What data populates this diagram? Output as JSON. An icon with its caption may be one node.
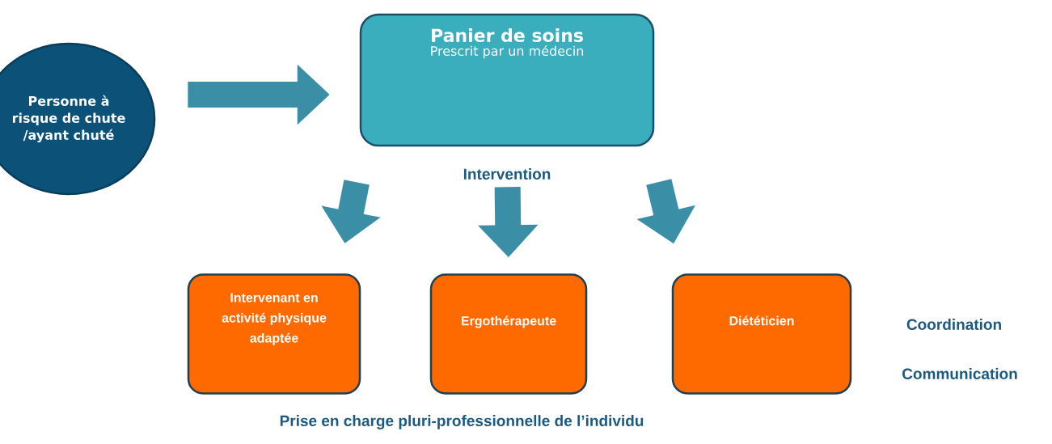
{
  "diagram": {
    "nodes": [
      {
        "text": [
          "Personne à risque de chute /ayant chuté"
        ]
      },
      {
        "text": [
          "Panier de soins",
          "Prescrit par un médecin"
        ]
      },
      {
        "text": [
          "Intervenant en activité physique adaptée"
        ]
      },
      {
        "text": [
          "Ergothérapeute"
        ]
      },
      {
        "text": [
          "Diététicien"
        ]
      }
    ],
    "edges": [
      {
        "from": 0,
        "to": 1,
        "arrow": "to"
      },
      {
        "from": 1,
        "to": 2,
        "arrow": "to"
      },
      {
        "from": 1,
        "to": 3,
        "arrow": "to"
      },
      {
        "from": 1,
        "to": 4,
        "arrow": "to"
      }
    ],
    "labels": [
      "Intervention",
      "Coordination",
      "Communication",
      "Prise en charge pluri-professionnelle de l’individu"
    ]
  }
}
